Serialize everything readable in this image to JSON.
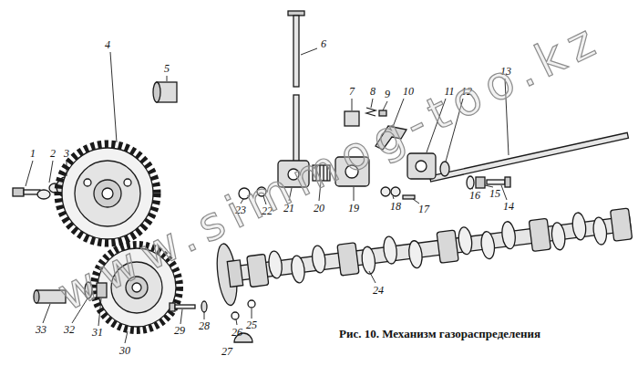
{
  "diagram": {
    "caption": "Рис. 10. Механизм газораспределения",
    "labels": [
      "1",
      "2",
      "3",
      "4",
      "5",
      "6",
      "7",
      "8",
      "9",
      "10",
      "11",
      "12",
      "13",
      "14",
      "15",
      "16",
      "17",
      "18",
      "19",
      "20",
      "21",
      "22",
      "23",
      "24",
      "25",
      "26",
      "27",
      "28",
      "29",
      "30",
      "31",
      "32",
      "33",
      "www.simmog-too.kz"
    ]
  }
}
